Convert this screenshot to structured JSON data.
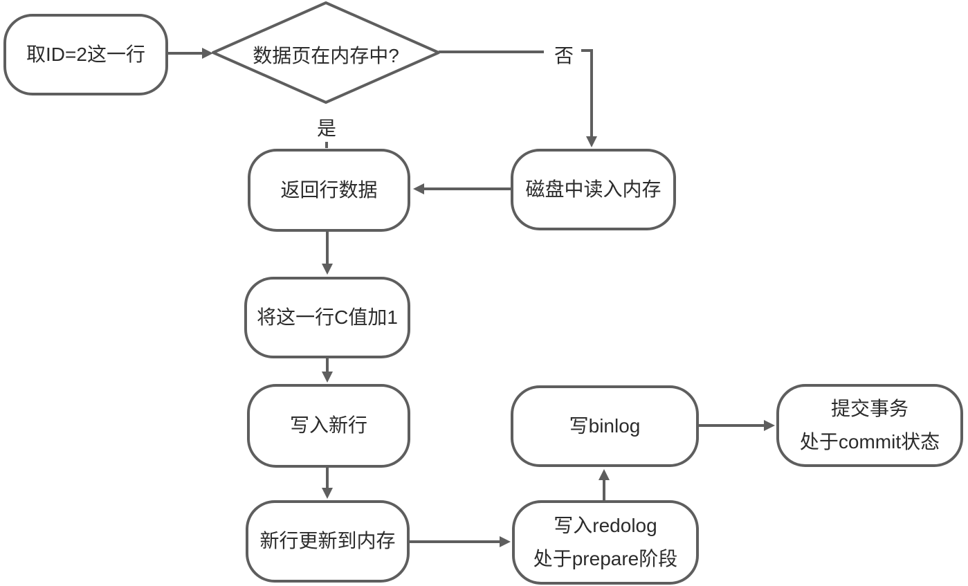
{
  "flowchart": {
    "nodes": {
      "start": "取ID=2这一行",
      "decision": "数据页在内存中?",
      "read_disk": "磁盘中读入内存",
      "return_row": "返回行数据",
      "increment_c": "将这一行C值加1",
      "write_new_row": "写入新行",
      "update_memory": "新行更新到内存",
      "write_redolog_line1": "写入redolog",
      "write_redolog_line2": "处于prepare阶段",
      "write_binlog": "写binlog",
      "commit_line1": "提交事务",
      "commit_line2": "处于commit状态"
    },
    "edge_labels": {
      "no": "否",
      "yes": "是"
    },
    "colors": {
      "stroke": "#5e5e5e",
      "text": "#2b2b2b",
      "background": "#ffffff"
    }
  }
}
